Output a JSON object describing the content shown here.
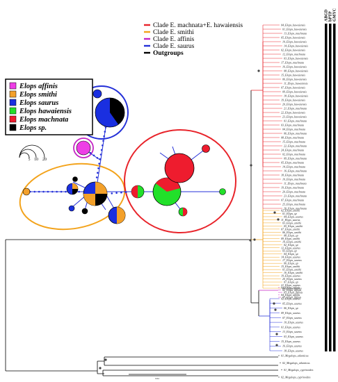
{
  "clade_legend": {
    "items": [
      {
        "label": "Clade E. machnata+E. hawaiensis",
        "color": "#e8232a"
      },
      {
        "label": "Clade E. smithi",
        "color": "#f3a31b"
      },
      {
        "label": "Clade E. affinis",
        "color": "#c423c4"
      },
      {
        "label": "Clade E. saurus",
        "color": "#2430d8"
      },
      {
        "label": "Outgroups",
        "color": "#000000"
      }
    ]
  },
  "species_legend": {
    "items": [
      {
        "label": "Elops affinis",
        "color": "#ee3ee6"
      },
      {
        "label": "Elops smithi",
        "color": "#f3a02a"
      },
      {
        "label": "Elops saurus",
        "color": "#1a2fe0"
      },
      {
        "label": "Elops hawaiensis",
        "color": "#22e02a"
      },
      {
        "label": "Elops machnata",
        "color": "#ee1c2e"
      },
      {
        "label": "Elops sp.",
        "color": "#000000"
      }
    ]
  },
  "size_scale": {
    "labels": [
      "5",
      "10",
      "20"
    ]
  },
  "columns": {
    "labels": [
      "ABGD",
      "bPTP",
      "GMYC"
    ]
  },
  "tree": {
    "tips": {
      "red": [
        "04_Elops_hawaiensis",
        "01_Elops_hawaiensis",
        "13_Elops_machnata",
        "05_Elops_hawaiensis",
        "10_Elops_hawaiensis",
        "14_Elops_hawaiensis",
        "02_Elops_hawaiensis",
        "12_Elops_machnata",
        "03_Elops_hawaiensis",
        "17_Elops_machnata",
        "16_Elops_hawaiensis",
        "08_Elops_hawaiensis",
        "15_Elops_hawaiensis",
        "06_Elops_hawaiensis",
        "11_Elops_hawaiensis",
        "07_Elops_hawaiensis",
        "09_Elops_hawaiensis",
        "18_Elops_hawaiensis",
        "19_Elops_hawaiensis",
        "20_Elops_hawaiensis",
        "21_Elops_machnata",
        "22_Elops_hawaiensis",
        "23_Elops_hawaiensis",
        "01_Elops_machnata",
        "03_Elops_machnata",
        "04_Elops_machnata",
        "06_Elops_machnata",
        "08_Elops_machnata",
        "15_Elops_machnata",
        "22_Elops_machnata",
        "24_Elops_machnata",
        "02_Elops_machnata",
        "09_Elops_machnata",
        "05_Elops_machnata",
        "14_Elops_machnata",
        "16_Elops_machnata",
        "18_Elops_machnata",
        "10_Elops_machnata",
        "11_Elops_machnata",
        "19_Elops_machnata",
        "20_Elops_machnata",
        "23_Elops_machnata",
        "07_Elops_machnata",
        "25_Elops_machnata",
        "26_Elops_machnata"
      ],
      "orange": [
        "02_Elops_smithi",
        "01_Elops_sp",
        "04_Elops_saurus",
        "11_Elops_saurus",
        "03_Elops_smithi",
        "05_Elops_smithi",
        "07_Elops_smithi",
        "06_Elops_smithi",
        "08_Elops_sp",
        "09_Elops_smithi",
        "10_Elops_smithi",
        "02_Elops_sp",
        "12_Elops_saurus",
        "03_Elops_sp",
        "04_Elops_sp",
        "14_Elops_saurus",
        "17_Elops_saurus",
        "06_Elops_sp",
        "15_Elops_smithi",
        "01_Elops_smithi",
        "16_Elops_smithi",
        "19_Elops_saurus",
        "20_Elops_saurus",
        "07_Elops_sp",
        "21_Elops_saurus",
        "08_Elops_saurus"
      ],
      "magenta": [
        "01_Elops_affinis",
        "02_Elops_affinis",
        "03_Elops_affinis",
        "04_Elops_affinis",
        "05_Elops_affinis"
      ],
      "blue": [
        "02_Elops_saurus",
        "05_Elops_saurus",
        "06_Elops_sp",
        "09_Elops_saurus",
        "07_Elops_saurus",
        "10_Elops_saurus",
        "01_Elops_saurus",
        "13_Elops_saurus",
        "03_Elops_saurus",
        "15_Elops_saurus",
        "16_Elops_saurus",
        "18_Elops_saurus"
      ],
      "black": [
        "01_Megalops_atlanticus",
        "02_Megalops_atlanticus",
        "01_Megalops_cyprinoides",
        "02_Megalops_cyprinoides"
      ]
    },
    "scale_label": "0.04"
  }
}
